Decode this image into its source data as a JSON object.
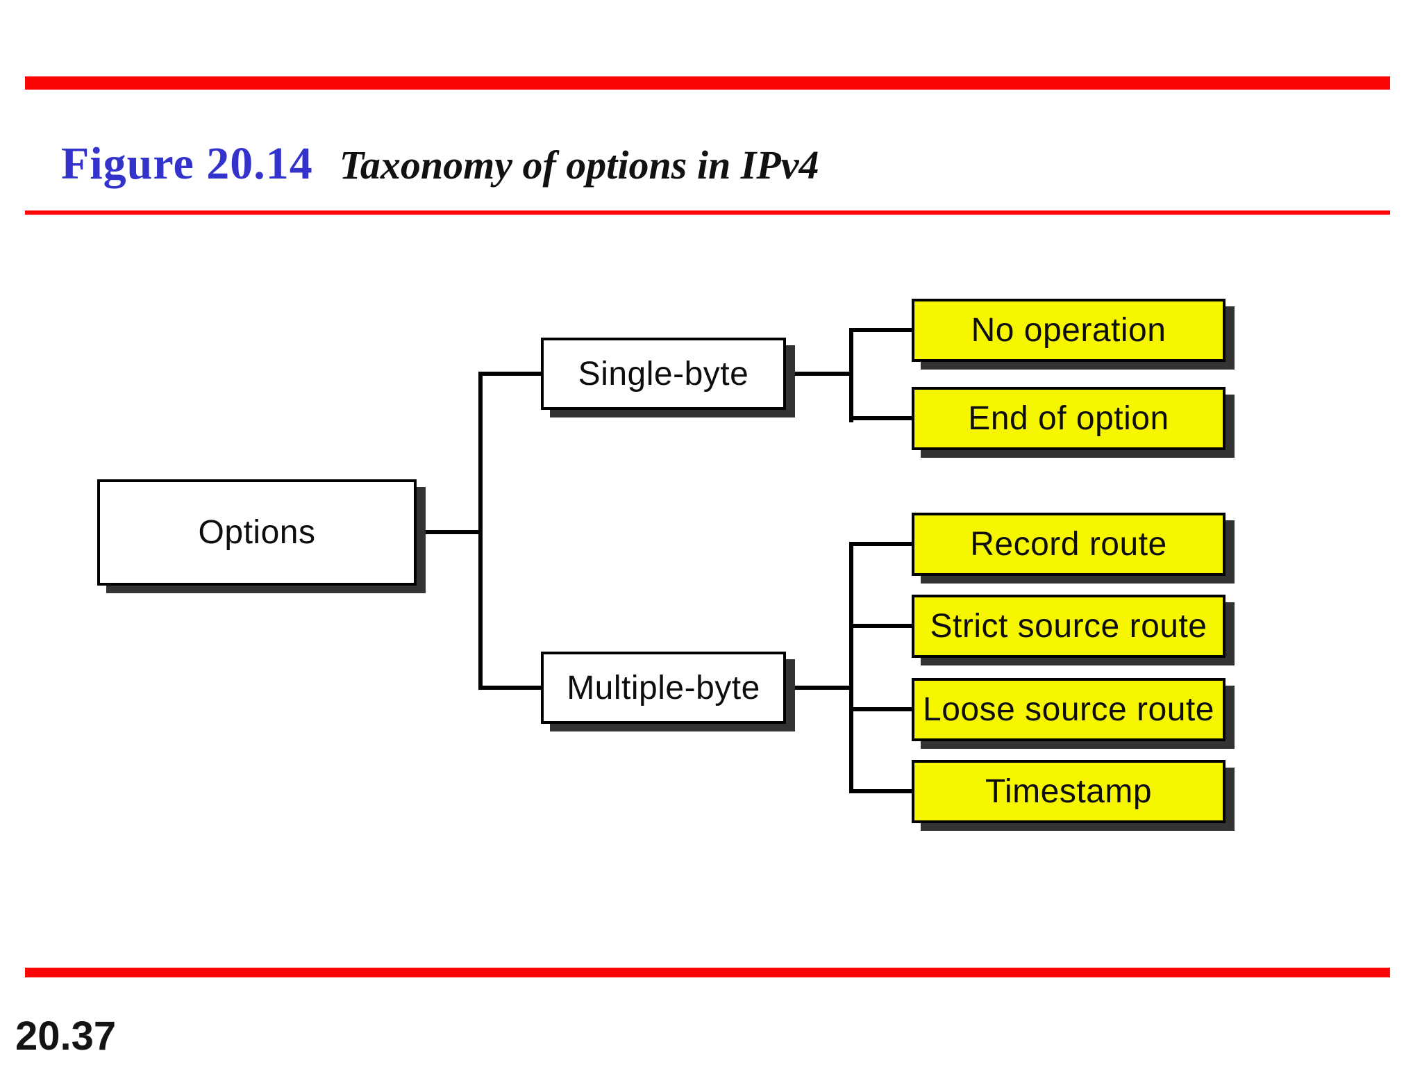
{
  "header": {
    "figure_label": "Figure 20.14",
    "figure_title": "Taxonomy of options in IPv4"
  },
  "diagram": {
    "root": {
      "label": "Options"
    },
    "branches": [
      {
        "label": "Single-byte",
        "children": [
          {
            "label": "No operation"
          },
          {
            "label": "End of option"
          }
        ]
      },
      {
        "label": "Multiple-byte",
        "children": [
          {
            "label": "Record route"
          },
          {
            "label": "Strict source route"
          },
          {
            "label": "Loose source route"
          },
          {
            "label": "Timestamp"
          }
        ]
      }
    ]
  },
  "footer": {
    "page_number": "20.37"
  },
  "colors": {
    "accent_red": "#fb0505",
    "title_blue": "#3333cc",
    "leaf_yellow": "#f6f600",
    "branch_white": "#ffffff",
    "shadow_gray": "#333333",
    "line_black": "#000000",
    "text_black": "#0d0d0d"
  }
}
